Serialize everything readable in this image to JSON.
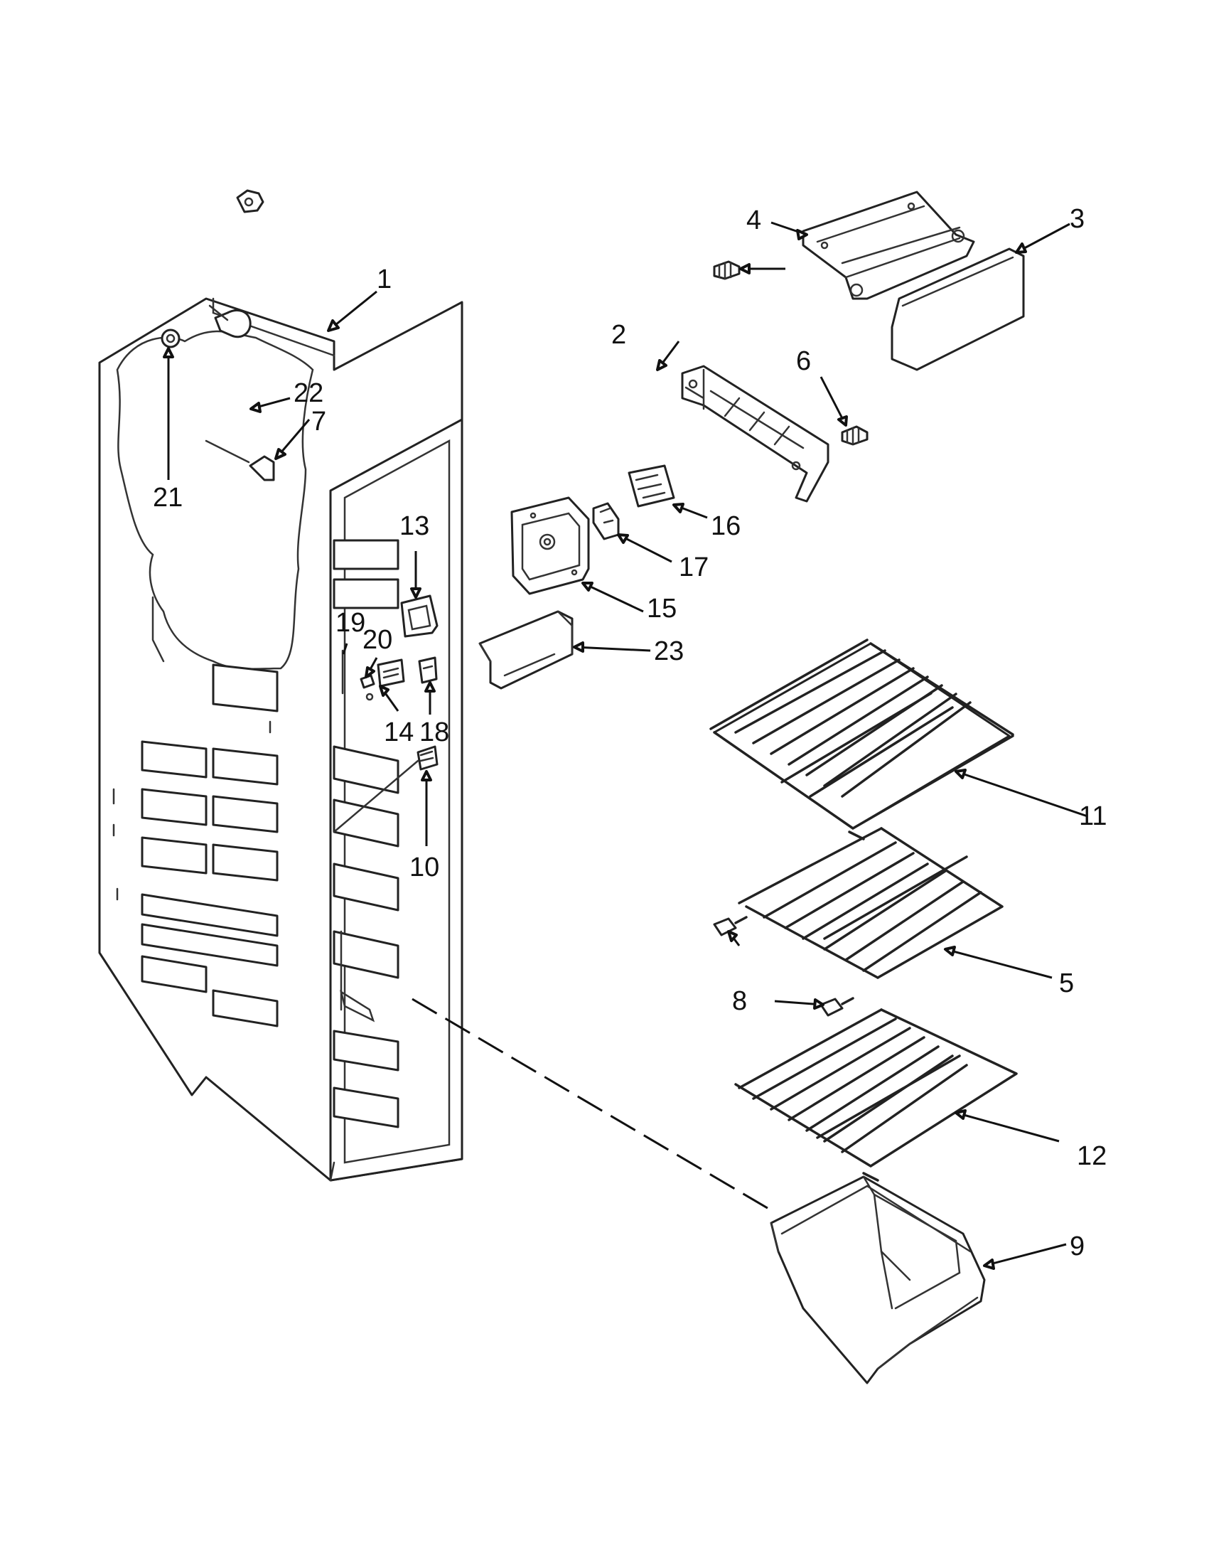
{
  "diagram": {
    "callouts": [
      {
        "id": "c1",
        "label": "1",
        "part": "freezer-liner"
      },
      {
        "id": "c2",
        "label": "2",
        "part": "shelf-bracket-lower"
      },
      {
        "id": "c3",
        "label": "3",
        "part": "cover-panel"
      },
      {
        "id": "c4",
        "label": "4",
        "part": "hinge-bracket"
      },
      {
        "id": "c5",
        "label": "5",
        "part": "middle-wire-shelf"
      },
      {
        "id": "c6",
        "label": "6",
        "part": "screw"
      },
      {
        "id": "c7",
        "label": "7",
        "part": "clip"
      },
      {
        "id": "c8",
        "label": "8",
        "part": "shelf-stud"
      },
      {
        "id": "c9",
        "label": "9",
        "part": "freezer-bin"
      },
      {
        "id": "c10",
        "label": "10",
        "part": "switch"
      },
      {
        "id": "c11",
        "label": "11",
        "part": "top-wire-shelf"
      },
      {
        "id": "c12",
        "label": "12",
        "part": "bottom-wire-shelf"
      },
      {
        "id": "c13",
        "label": "13",
        "part": "light-socket-housing"
      },
      {
        "id": "c14",
        "label": "14",
        "part": "sensor-board"
      },
      {
        "id": "c15",
        "label": "15",
        "part": "control-housing"
      },
      {
        "id": "c16",
        "label": "16",
        "part": "control-board"
      },
      {
        "id": "c17",
        "label": "17",
        "part": "bracket-clip"
      },
      {
        "id": "c18",
        "label": "18",
        "part": "connector"
      },
      {
        "id": "c19",
        "label": "19",
        "part": "rod"
      },
      {
        "id": "c20",
        "label": "20",
        "part": "screw-small"
      },
      {
        "id": "c21",
        "label": "21",
        "part": "nut"
      },
      {
        "id": "c22",
        "label": "22",
        "part": "bulb"
      },
      {
        "id": "c23",
        "label": "23",
        "part": "control-cover"
      }
    ]
  }
}
